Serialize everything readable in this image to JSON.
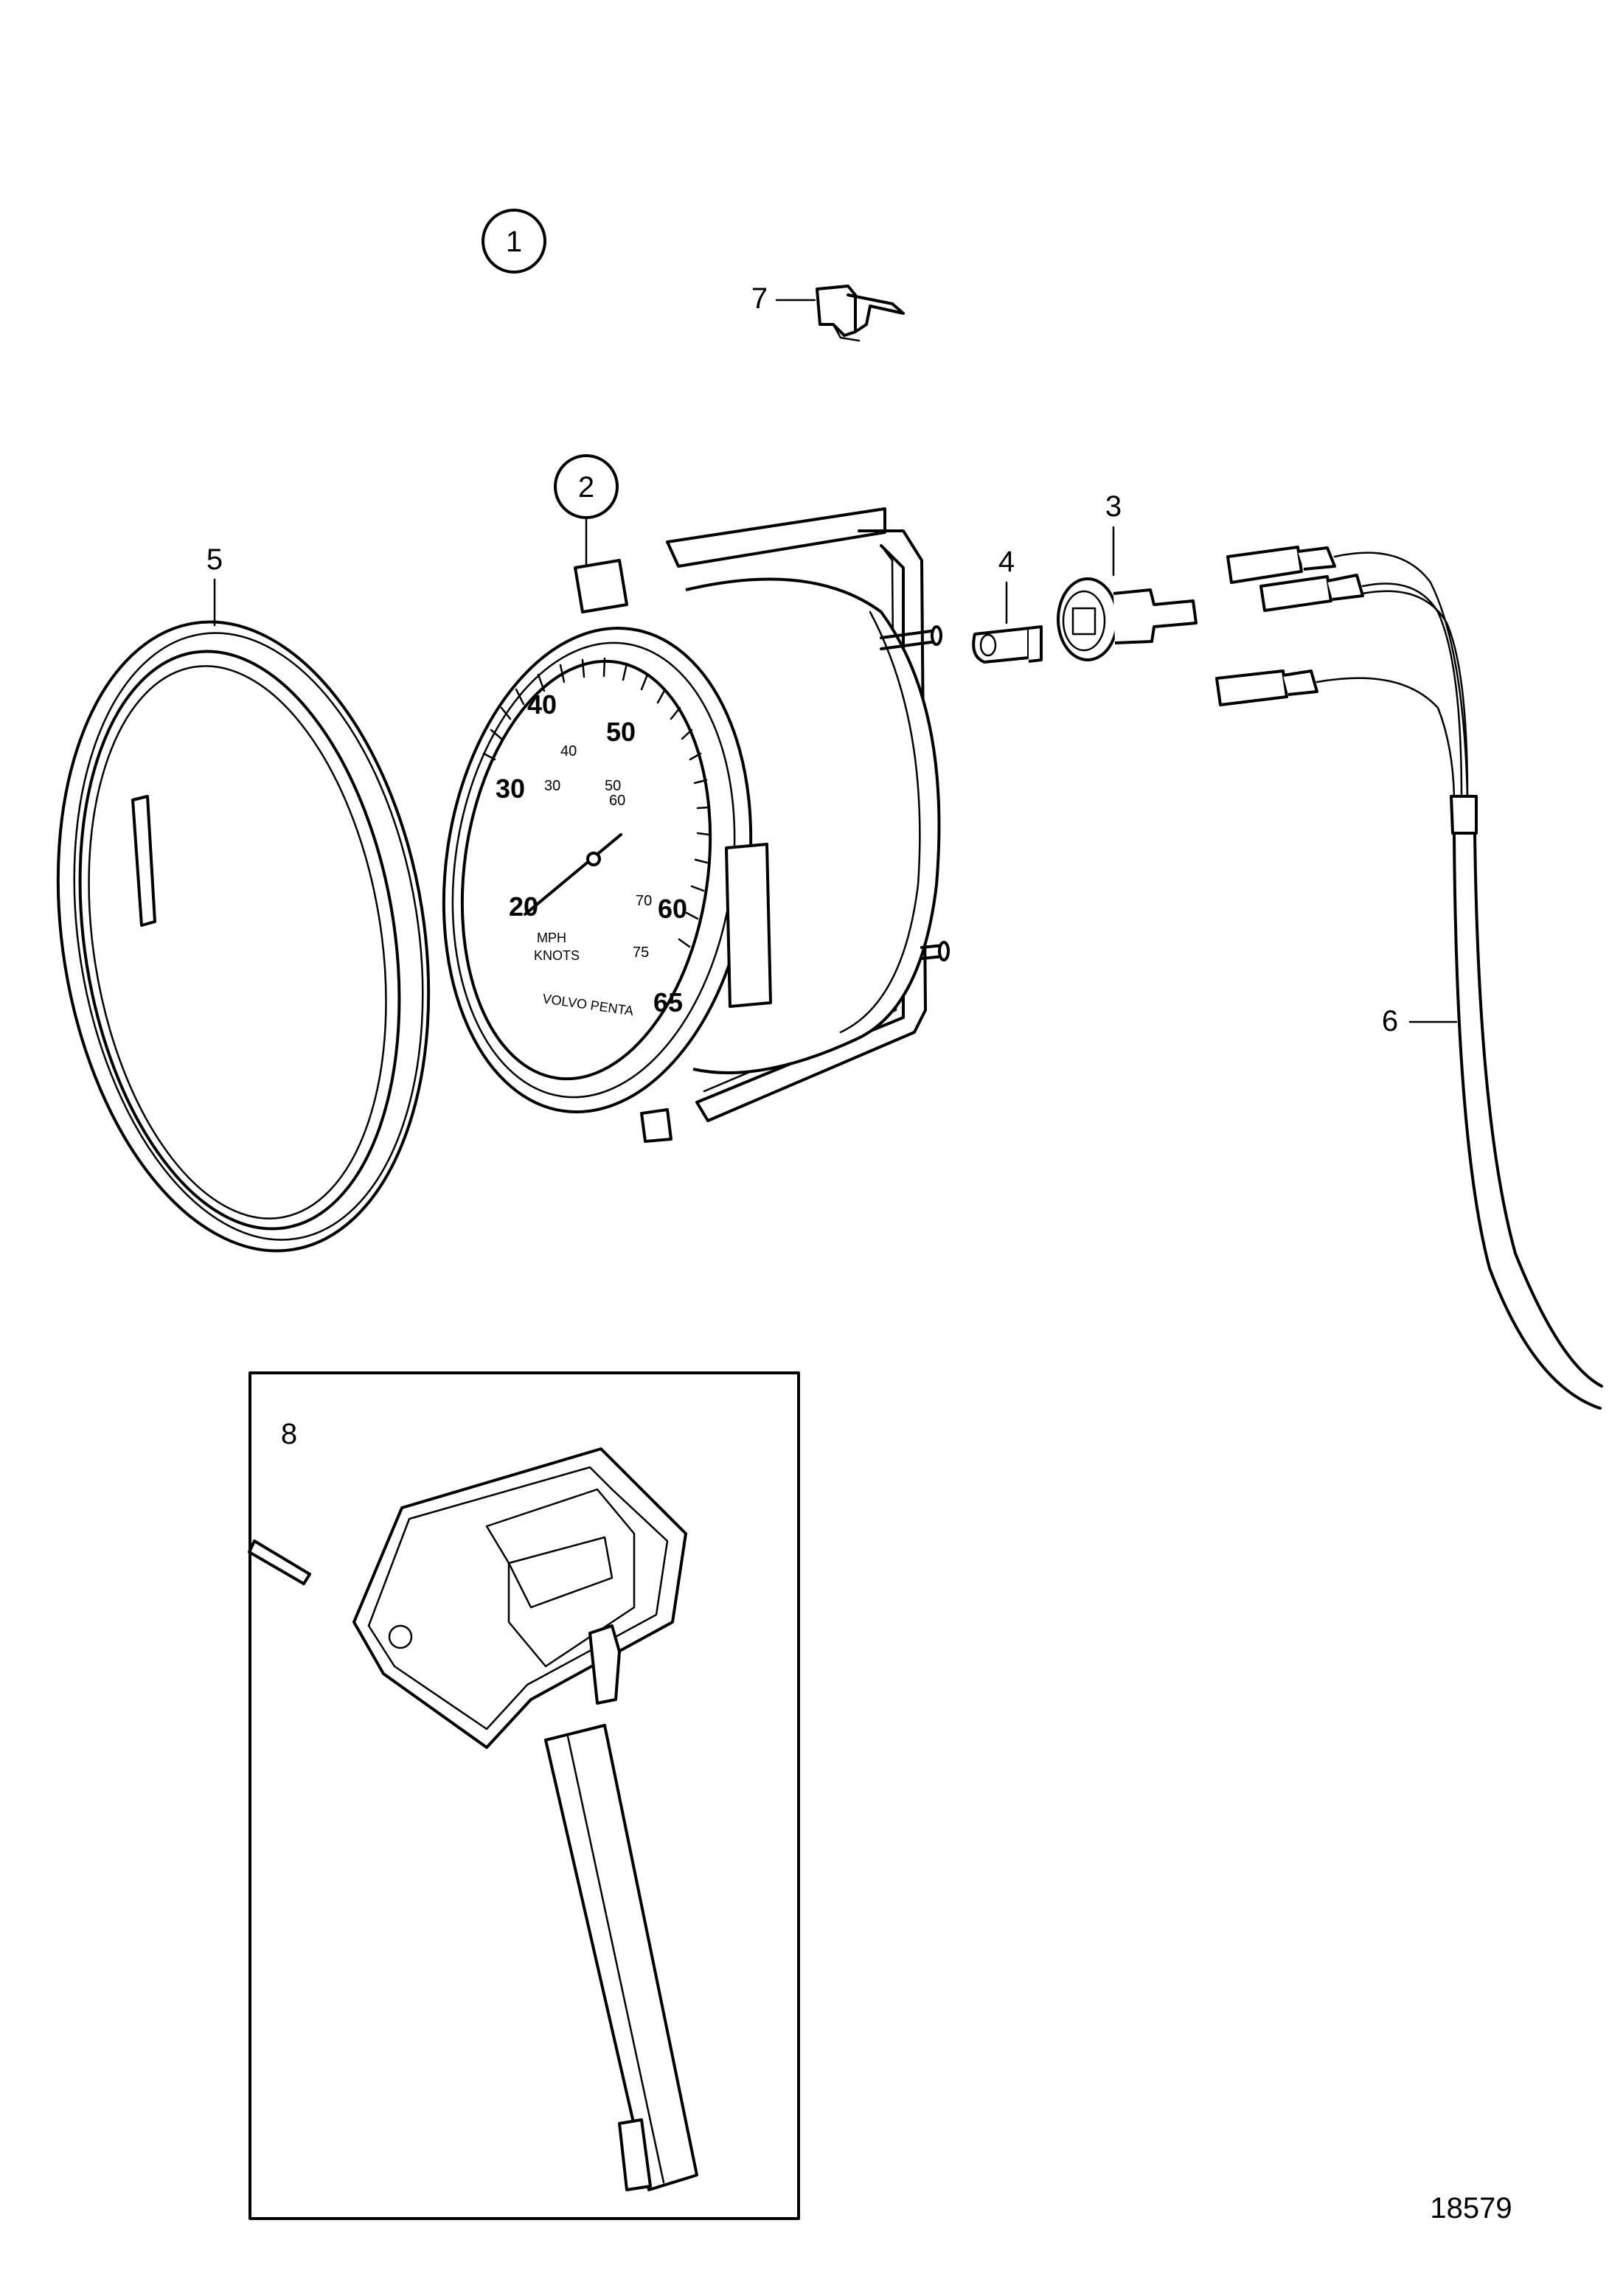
{
  "diagram": {
    "reference_number": "18579",
    "callouts": [
      {
        "id": "callout-1",
        "label": "1",
        "circled": true
      },
      {
        "id": "callout-2",
        "label": "2",
        "circled": true
      },
      {
        "id": "callout-3",
        "label": "3",
        "circled": false
      },
      {
        "id": "callout-4",
        "label": "4",
        "circled": false
      },
      {
        "id": "callout-5",
        "label": "5",
        "circled": false
      },
      {
        "id": "callout-6",
        "label": "6",
        "circled": false
      },
      {
        "id": "callout-7",
        "label": "7",
        "circled": false
      },
      {
        "id": "callout-8",
        "label": "8",
        "circled": false
      }
    ],
    "gauge": {
      "major_numbers": [
        "20",
        "30",
        "40",
        "50",
        "60",
        "65"
      ],
      "minor_numbers": [
        "30",
        "40",
        "50",
        "60",
        "70",
        "75"
      ],
      "unit_1": "MPH",
      "unit_2": "KNOTS",
      "brand": "VOLVO PENTA"
    }
  }
}
